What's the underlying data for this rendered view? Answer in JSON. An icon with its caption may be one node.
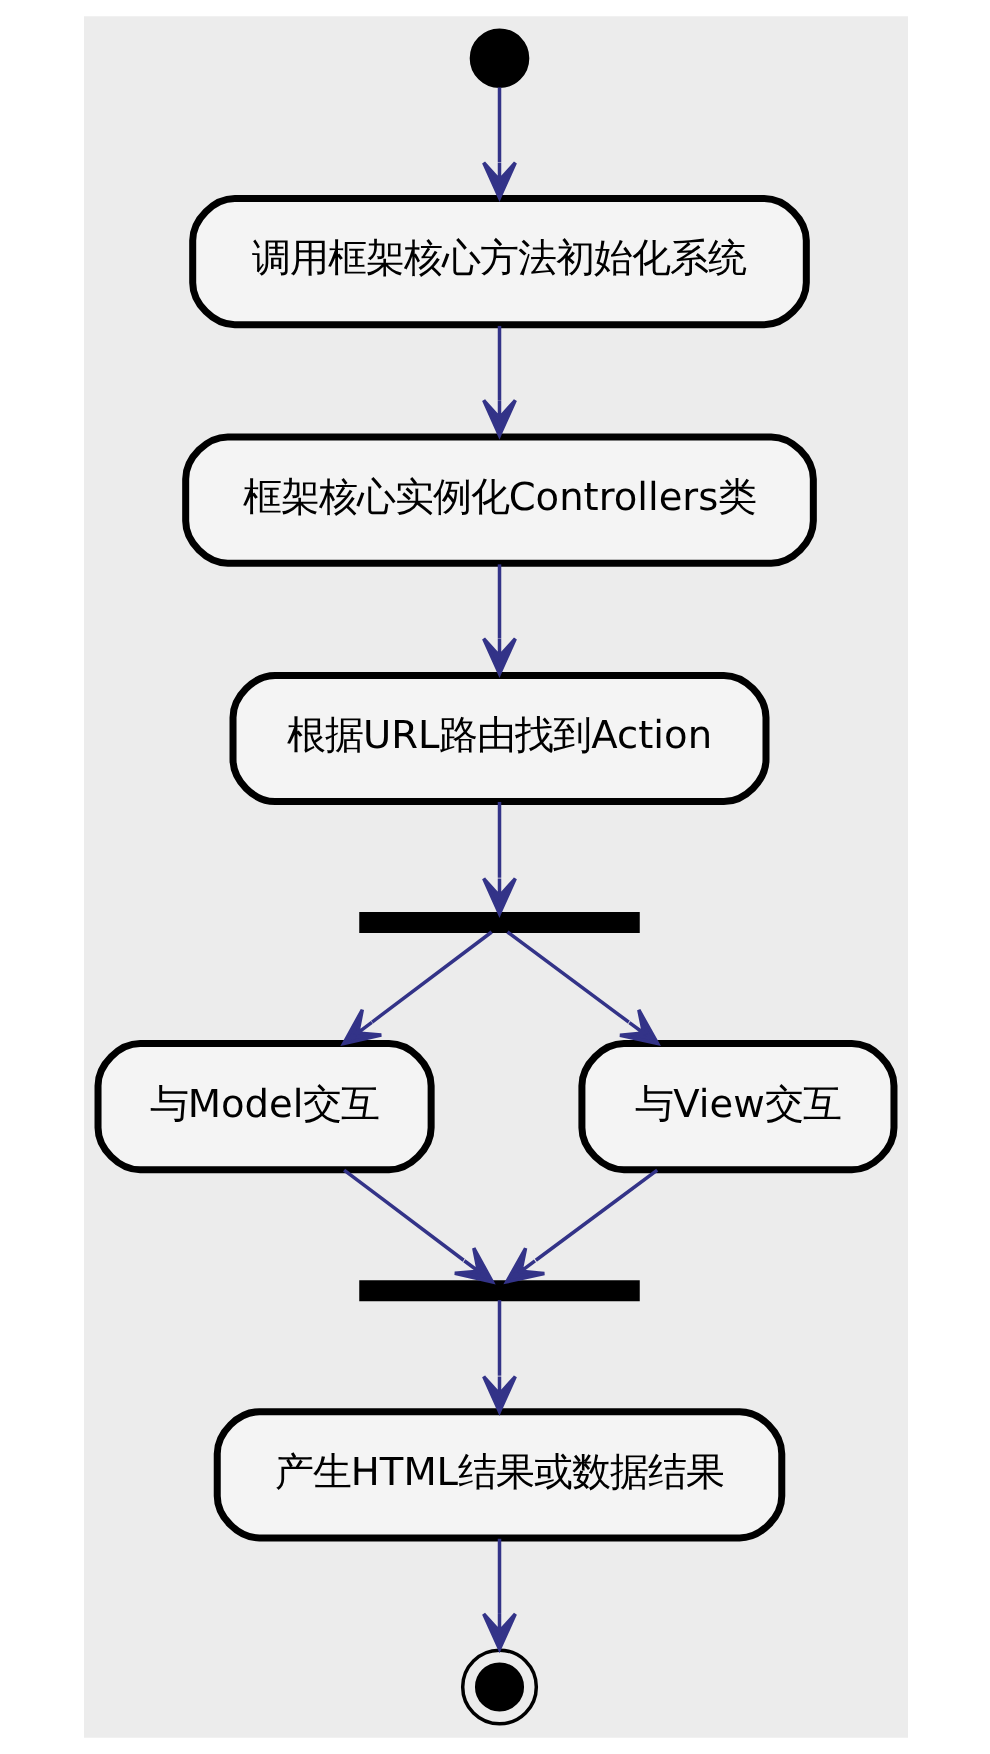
{
  "diagram": {
    "nodes": [
      {
        "text": [],
        "shape": "circle"
      },
      {
        "text": [
          "调用框架核心方法初始化系统"
        ]
      },
      {
        "text": [
          "框架核心实例化Controllers类"
        ]
      },
      {
        "text": [
          "根据URL路由找到Action"
        ]
      },
      {
        "text": [],
        "shape": "bar"
      },
      {
        "text": [
          "与Model交互"
        ]
      },
      {
        "text": [
          "与View交互"
        ]
      },
      {
        "text": [],
        "shape": "bar"
      },
      {
        "text": [
          "产生HTML结果或数据结果"
        ]
      },
      {
        "text": [],
        "shape": "bullseye"
      }
    ],
    "edges": [
      {
        "from": 0,
        "to": 1,
        "arrow": "to"
      },
      {
        "from": 1,
        "to": 2,
        "arrow": "to"
      },
      {
        "from": 2,
        "to": 3,
        "arrow": "to"
      },
      {
        "from": 3,
        "to": 4,
        "arrow": "to"
      },
      {
        "from": 4,
        "to": 5,
        "arrow": "to"
      },
      {
        "from": 4,
        "to": 6,
        "arrow": "to"
      },
      {
        "from": 5,
        "to": 7,
        "arrow": "to"
      },
      {
        "from": 6,
        "to": 7,
        "arrow": "to"
      },
      {
        "from": 7,
        "to": 8,
        "arrow": "to"
      },
      {
        "from": 8,
        "to": 9,
        "arrow": "to"
      }
    ]
  }
}
